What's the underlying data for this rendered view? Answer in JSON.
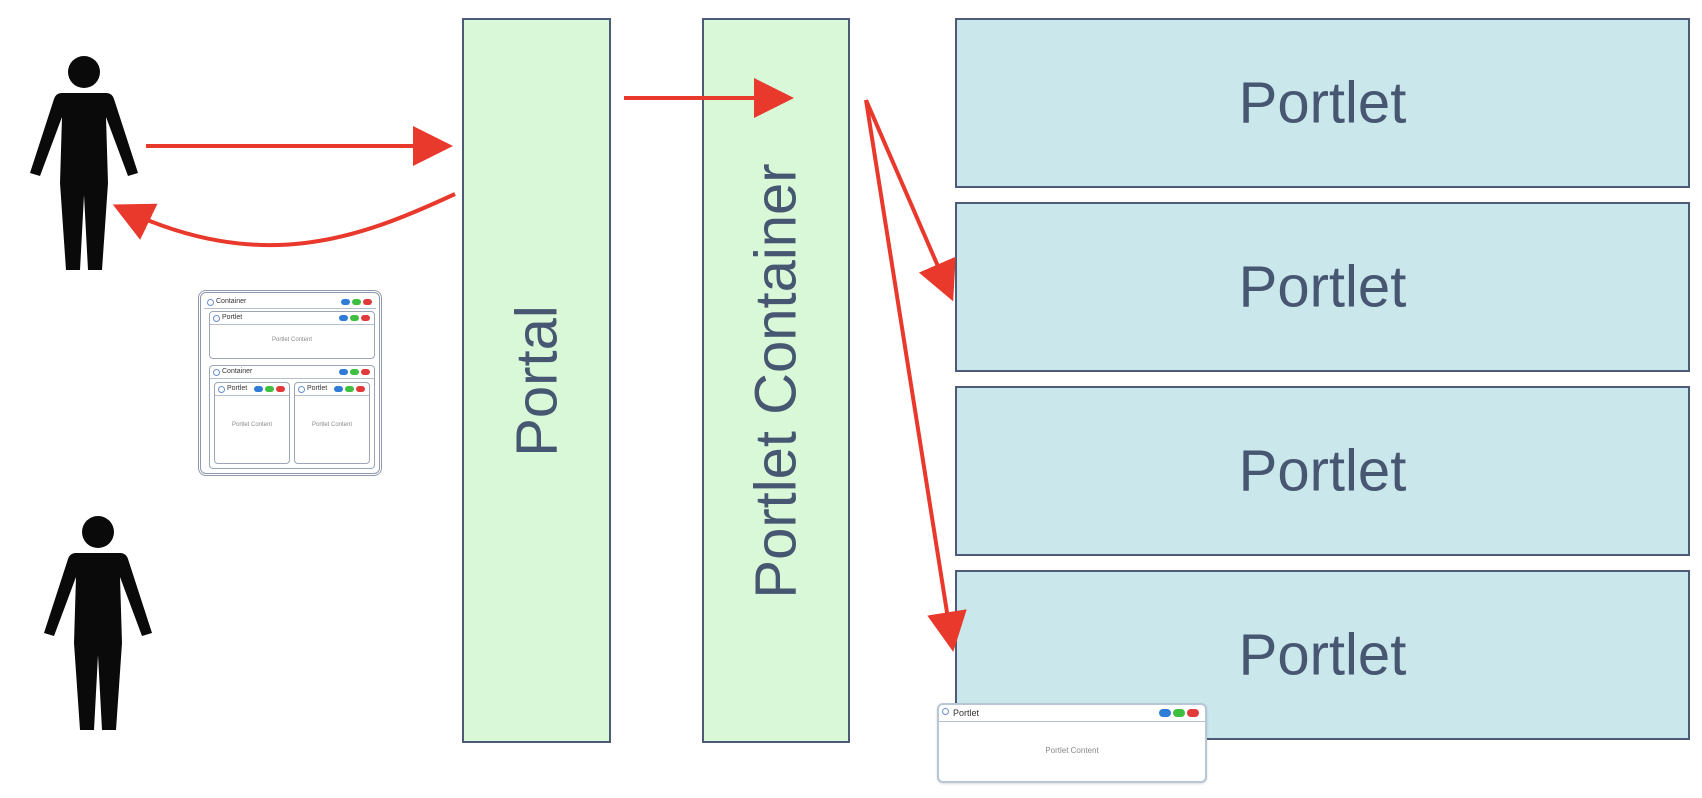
{
  "portal": {
    "label": "Portal"
  },
  "portlet_container": {
    "label": "Portlet Container"
  },
  "portlets": [
    {
      "label": "Portlet"
    },
    {
      "label": "Portlet"
    },
    {
      "label": "Portlet"
    },
    {
      "label": "Portlet"
    }
  ],
  "layout_thumbnail": {
    "title": "Container",
    "top_portlet": {
      "title": "Portlet",
      "content": "Portlet Content"
    },
    "nested_container": {
      "title": "Container",
      "portlets": [
        {
          "title": "Portlet",
          "content": "Portlet Content"
        },
        {
          "title": "Portlet",
          "content": "Portlet Content"
        }
      ]
    }
  },
  "portlet_thumbnail": {
    "title": "Portlet",
    "content": "Portlet Content"
  },
  "colors": {
    "arrow": "#e8392c",
    "column_fill": "#d8f8d8",
    "portlet_fill": "#cae7ec",
    "border": "#4d5a78",
    "label": "#475771"
  },
  "icons": [
    "person-icon",
    "window-controls-icon"
  ]
}
